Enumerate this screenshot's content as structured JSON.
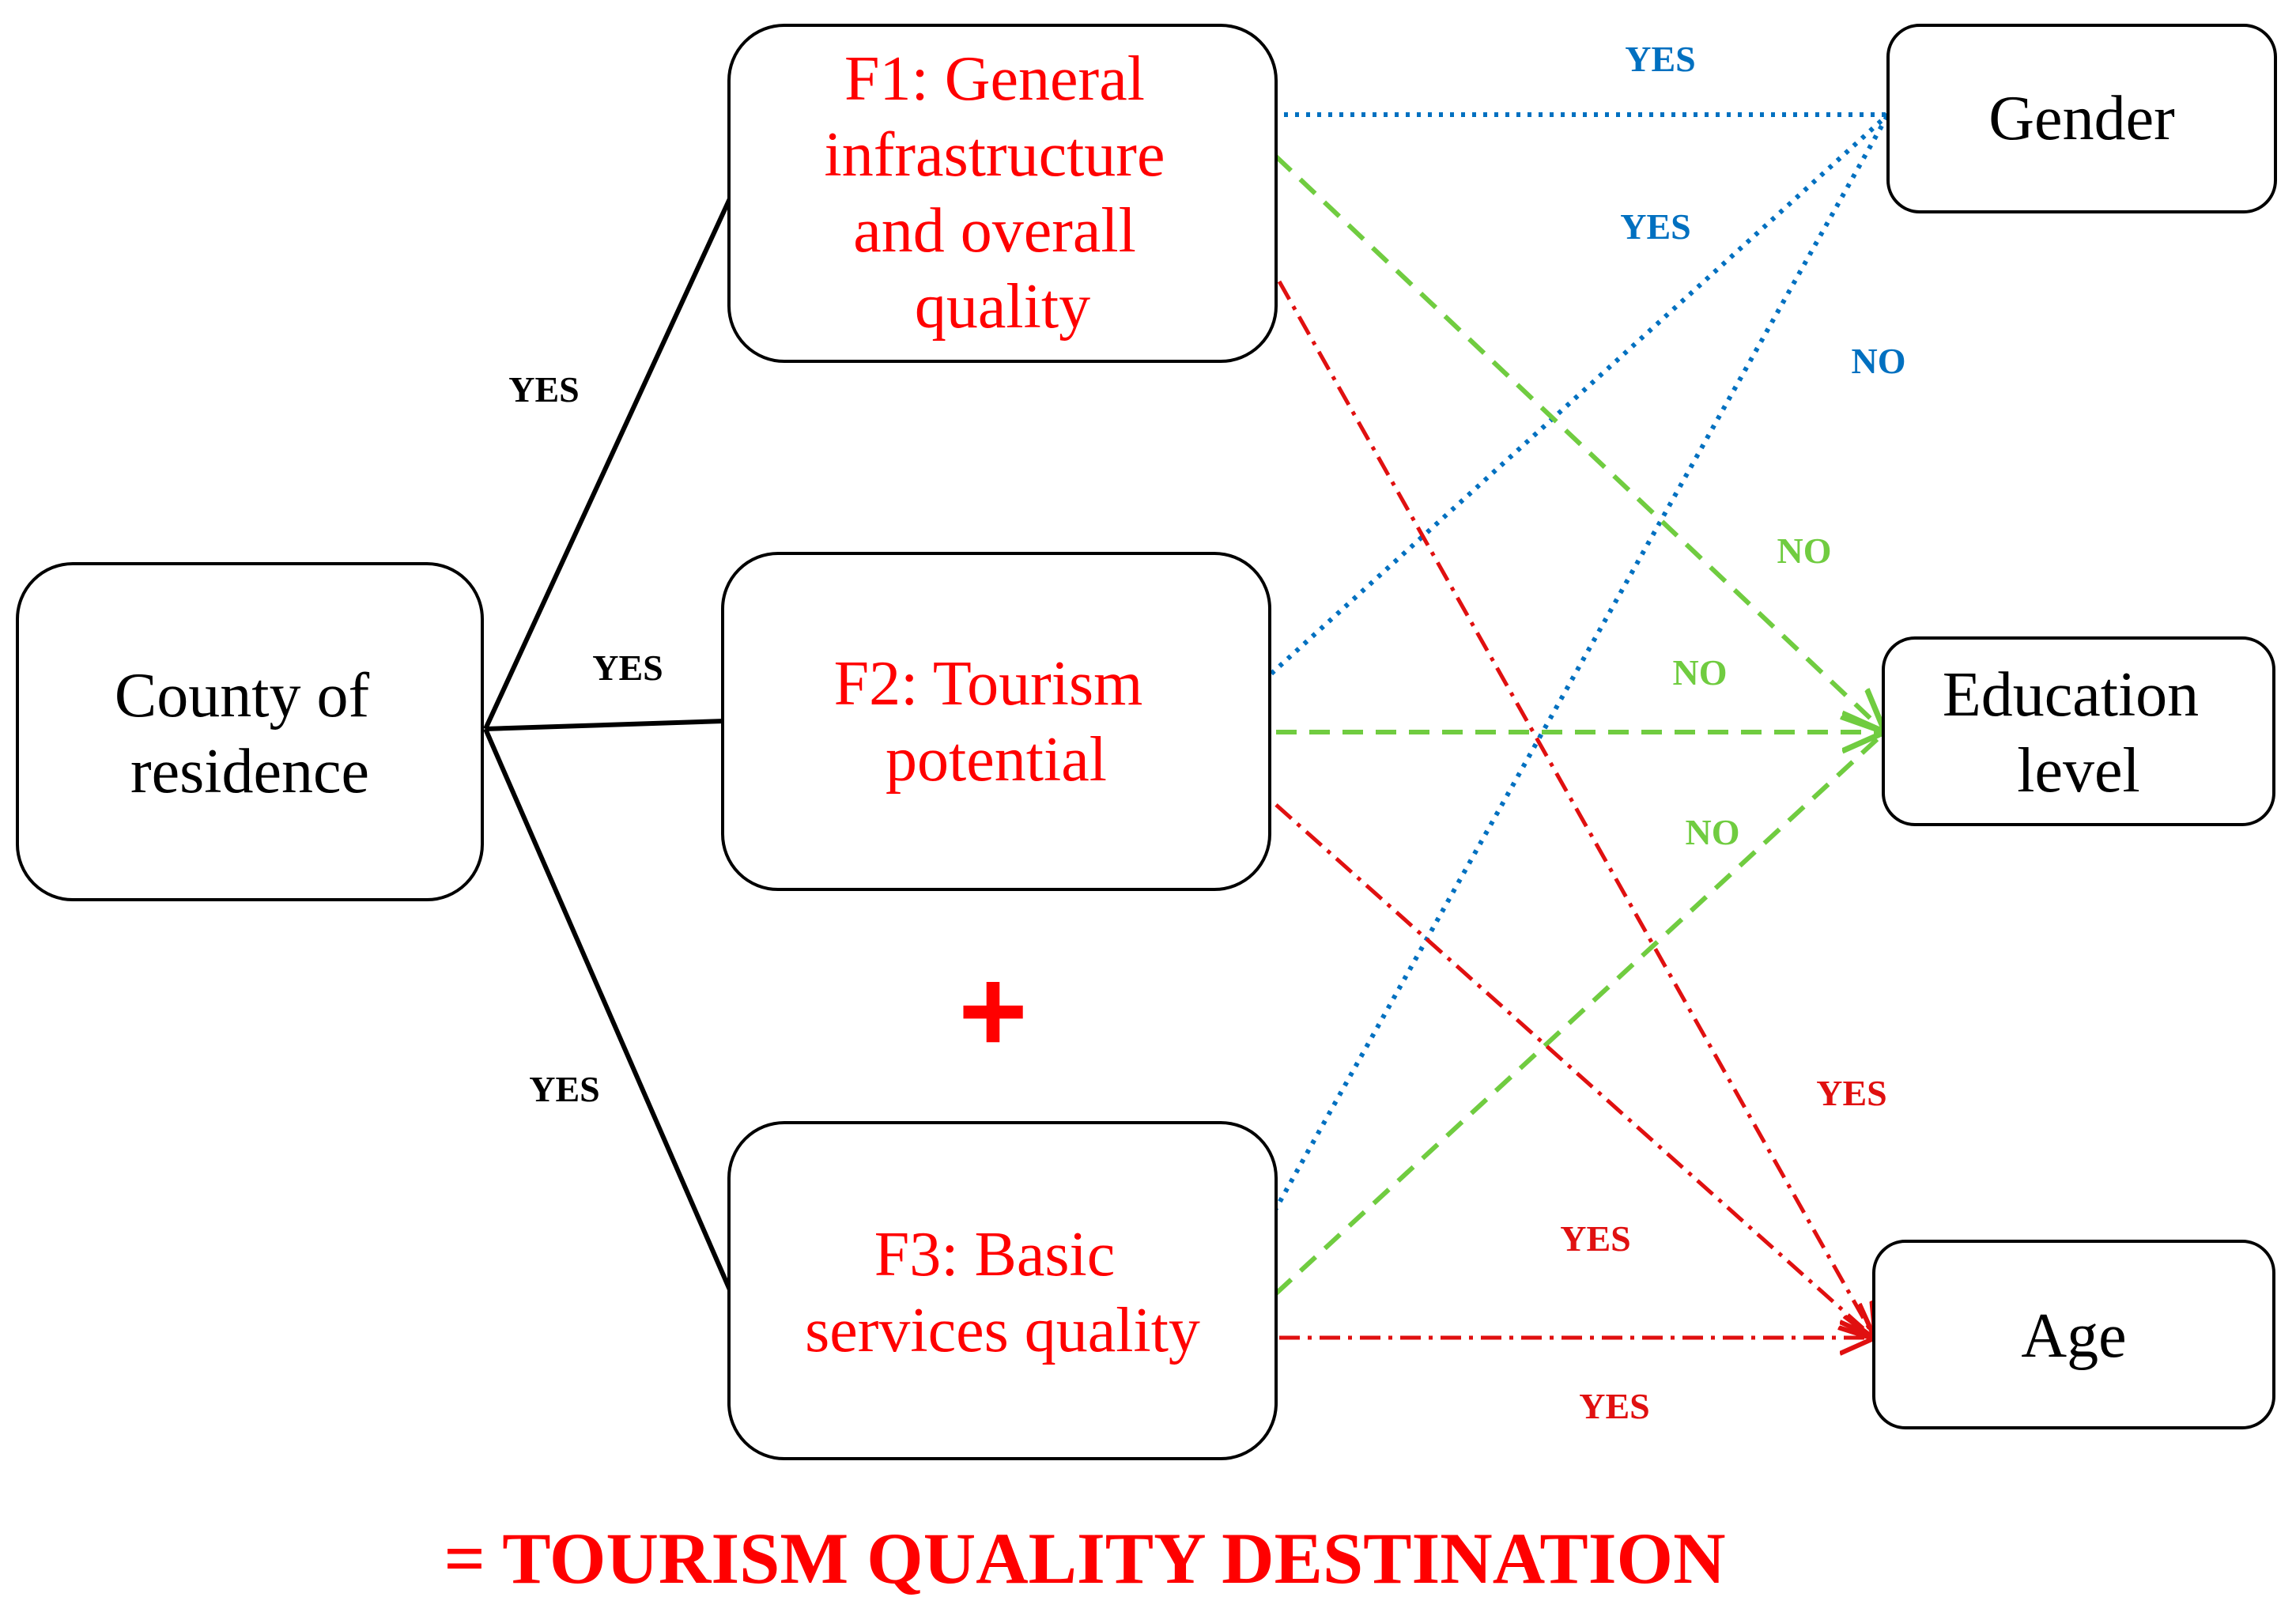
{
  "nodes": {
    "county": {
      "lines": [
        "County of",
        "residence"
      ]
    },
    "f1": {
      "lines": [
        "F1: General",
        "infrastructure",
        "and overall",
        "quality"
      ]
    },
    "f2": {
      "lines": [
        "F2: Tourism",
        "potential"
      ]
    },
    "f3": {
      "lines": [
        "F3: Basic",
        "services quality"
      ]
    },
    "gender": {
      "lines": [
        "Gender"
      ]
    },
    "education": {
      "lines": [
        "Education",
        "level"
      ]
    },
    "age": {
      "lines": [
        "Age"
      ]
    }
  },
  "plus_sign": "+",
  "edge_labels": {
    "county_f1": "YES",
    "county_f2": "YES",
    "county_f3": "YES",
    "f1_gender": "YES",
    "f2_gender": "YES",
    "f3_gender": "NO",
    "f1_education": "NO",
    "f2_education": "NO",
    "f3_education": "NO",
    "f1_age": "YES",
    "f2_age": "YES",
    "f3_age": "YES"
  },
  "footer": "= TOURISM QUALITY DESTINATION",
  "colors": {
    "factor_text": "#ff0000",
    "node_text": "#000000",
    "blue": "#0070c0",
    "green": "#70cc40",
    "red": "#e01010",
    "black": "#000000"
  }
}
